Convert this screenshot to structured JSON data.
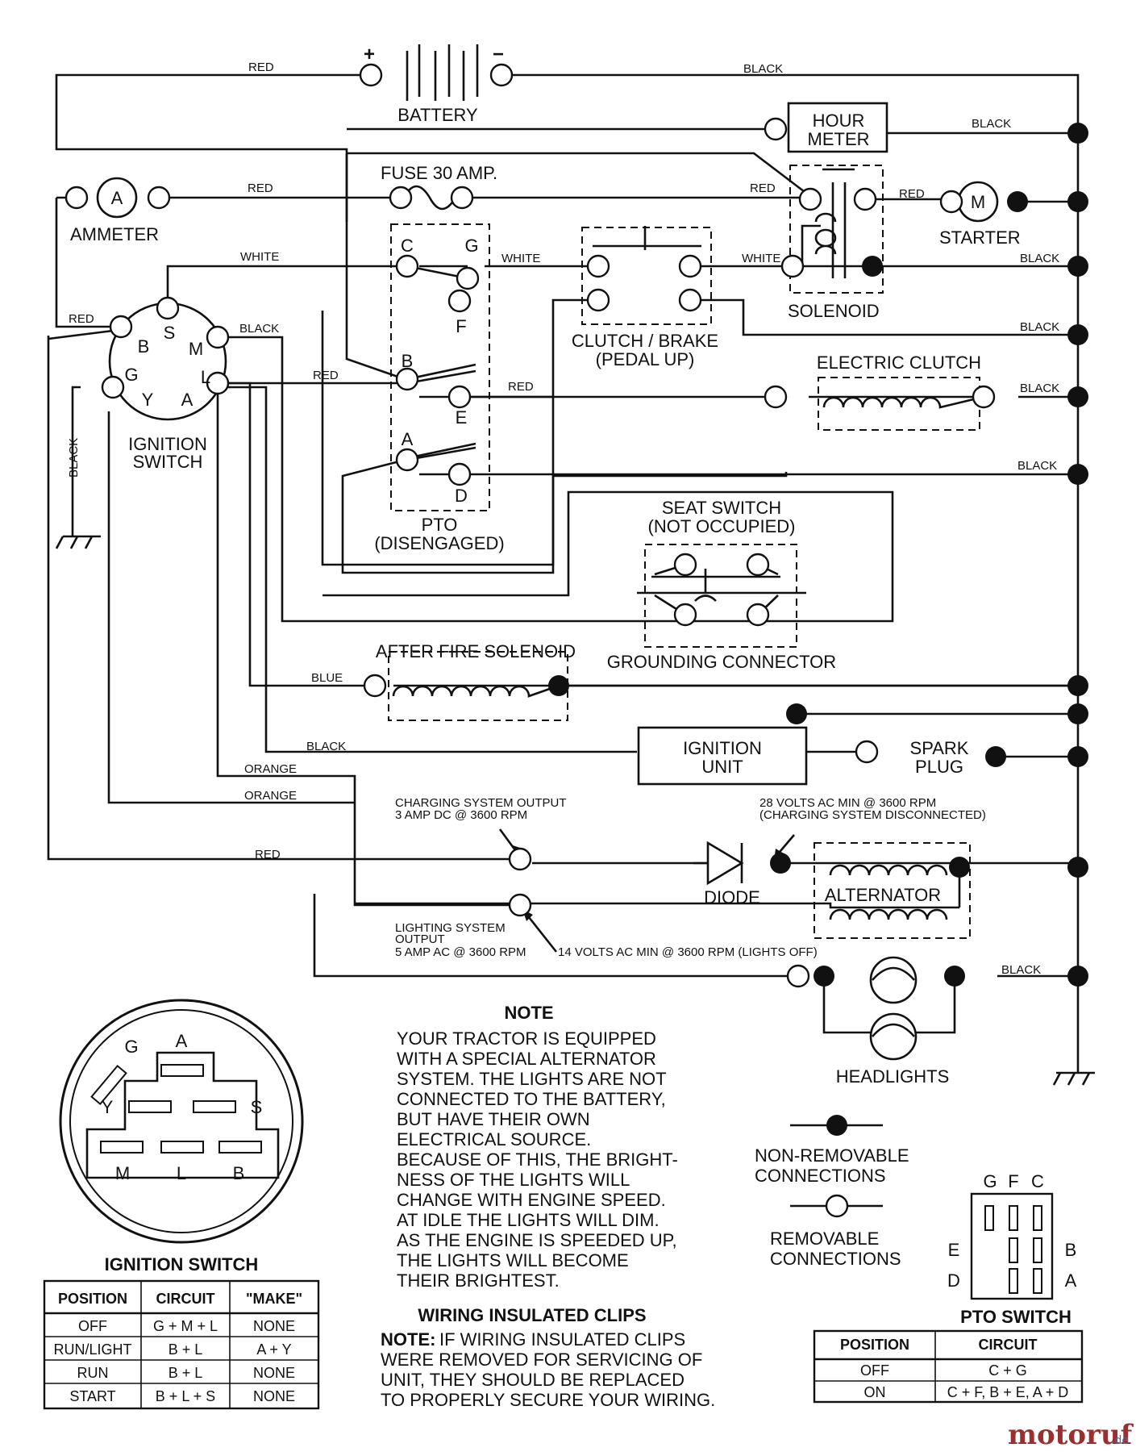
{
  "components": {
    "battery": "BATTERY",
    "battery_plus": "+",
    "battery_minus": "−",
    "hour_meter_1": "HOUR",
    "hour_meter_2": "METER",
    "fuse": "FUSE 30 AMP.",
    "ammeter": "AMMETER",
    "ammeter_symbol": "A",
    "starter": "STARTER",
    "starter_symbol": "M",
    "solenoid": "SOLENOID",
    "ignition_switch_1": "IGNITION",
    "ignition_switch_2": "SWITCH",
    "clutch_brake_1": "CLUTCH / BRAKE",
    "clutch_brake_2": "(PEDAL UP)",
    "electric_clutch": "ELECTRIC CLUTCH",
    "pto_1": "PTO",
    "pto_2": "(DISENGAGED)",
    "seat_switch_1": "SEAT SWITCH",
    "seat_switch_2": "(NOT OCCUPIED)",
    "grounding_connector": "GROUNDING CONNECTOR",
    "after_fire": "AFTER FIRE SOLENOID",
    "ignition_unit_1": "IGNITION",
    "ignition_unit_2": "UNIT",
    "spark_plug_1": "SPARK",
    "spark_plug_2": "PLUG",
    "charging_out_1": "CHARGING SYSTEM OUTPUT",
    "charging_out_2": "3 AMP DC @ 3600 RPM",
    "volts28_1": "28 VOLTS AC MIN  @ 3600 RPM",
    "volts28_2": "(CHARGING SYSTEM DISCONNECTED)",
    "diode": "DIODE",
    "alternator": "ALTERNATOR",
    "lighting_out_1": "LIGHTING SYSTEM",
    "lighting_out_2": "OUTPUT",
    "lighting_out_3": "5 AMP AC @ 3600 RPM",
    "volts14": "14 VOLTS AC MIN  @ 3600 RPM (LIGHTS OFF)",
    "headlights": "HEADLIGHTS"
  },
  "terminals": {
    "ign": [
      "S",
      "M",
      "L",
      "A",
      "Y",
      "G",
      "B"
    ],
    "pto": [
      "C",
      "G",
      "F",
      "B",
      "E",
      "A",
      "D"
    ]
  },
  "wires": {
    "red": "RED",
    "black": "BLACK",
    "white": "WHITE",
    "blue": "BLUE",
    "orange": "ORANGE"
  },
  "note": {
    "title": "NOTE",
    "lines": [
      "YOUR TRACTOR IS EQUIPPED",
      "WITH A SPECIAL ALTERNATOR",
      "SYSTEM.  THE LIGHTS ARE NOT",
      "CONNECTED TO  THE BATTERY,",
      "BUT HAVE THEIR OWN",
      "ELECTRICAL SOURCE.",
      "BECAUSE OF THIS, THE BRIGHT-",
      "NESS OF THE LIGHTS WILL",
      "CHANGE WITH ENGINE SPEED.",
      "AT IDLE THE LIGHTS WILL DIM.",
      "AS THE ENGINE IS SPEEDED UP,",
      "THE LIGHTS WILL BECOME",
      "THEIR BRIGHTEST."
    ]
  },
  "clips": {
    "title": "WIRING INSULATED CLIPS",
    "lead": "NOTE:",
    "lines": [
      " IF WIRING INSULATED CLIPS",
      "WERE REMOVED FOR SERVICING OF",
      "UNIT, THEY SHOULD BE REPLACED",
      "TO PROPERLY SECURE YOUR WIRING."
    ]
  },
  "legend": {
    "nonremovable_1": "NON-REMOVABLE",
    "nonremovable_2": "CONNECTIONS",
    "removable_1": "REMOVABLE",
    "removable_2": "CONNECTIONS"
  },
  "ignition_plug": {
    "labels": [
      "G",
      "A",
      "Y",
      "S",
      "M",
      "L",
      "B"
    ]
  },
  "ignition_table": {
    "title": "IGNITION SWITCH",
    "headers": [
      "POSITION",
      "CIRCUIT",
      "\"MAKE\""
    ],
    "rows": [
      [
        "OFF",
        "G + M + L",
        "NONE"
      ],
      [
        "RUN/LIGHT",
        "B + L",
        "A + Y"
      ],
      [
        "RUN",
        "B + L",
        "NONE"
      ],
      [
        "START",
        "B + L + S",
        "NONE"
      ]
    ]
  },
  "pto_plug": {
    "top": [
      "G",
      "F",
      "C"
    ],
    "left": [
      "E",
      "D"
    ],
    "right": [
      "B",
      "A"
    ]
  },
  "pto_table": {
    "title": "PTO SWITCH",
    "headers": [
      "POSITION",
      "CIRCUIT"
    ],
    "rows": [
      [
        "OFF",
        "C + G"
      ],
      [
        "ON",
        "C + F, B + E, A + D"
      ]
    ]
  },
  "watermark": {
    "brand": "motoruf",
    "suffix": ".de"
  }
}
